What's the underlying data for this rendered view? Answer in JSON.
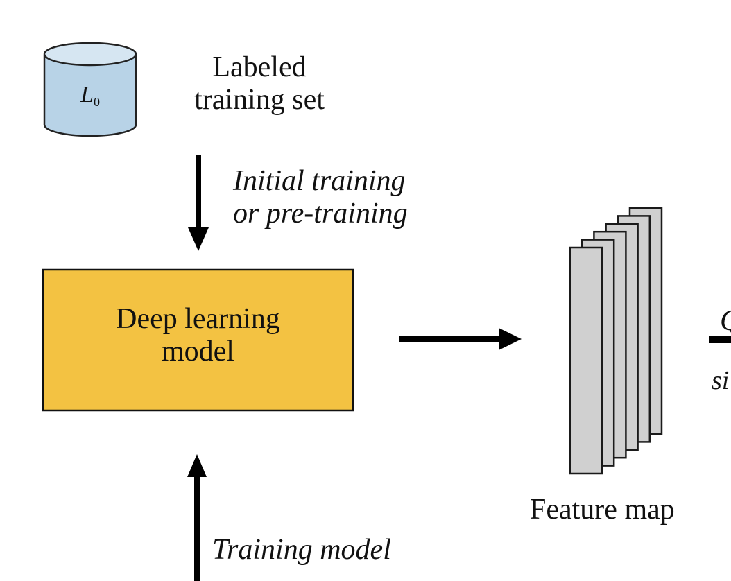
{
  "diagram": {
    "dataset": {
      "symbol": "L",
      "subscript": "0",
      "label": "Labeled training set",
      "label_line1": "Labeled",
      "label_line2": "training set",
      "fill_body": "#b8d3e7",
      "fill_top": "#d6e6f2"
    },
    "edges": {
      "initial_training": {
        "line1": "Initial training",
        "line2": "or pre-training",
        "direction": "down"
      },
      "training_model": {
        "label": "Training model",
        "direction": "up"
      },
      "model_to_features": {
        "direction": "right"
      },
      "features_to_next": {
        "label_above_partial": "Q",
        "label_below_partial": "si",
        "direction": "right"
      }
    },
    "model": {
      "line1": "Deep learning",
      "line2": "model",
      "fill": "#f3c242"
    },
    "feature_map": {
      "label": "Feature map",
      "plate_count": 6,
      "fill": "#d0d0d0"
    }
  }
}
